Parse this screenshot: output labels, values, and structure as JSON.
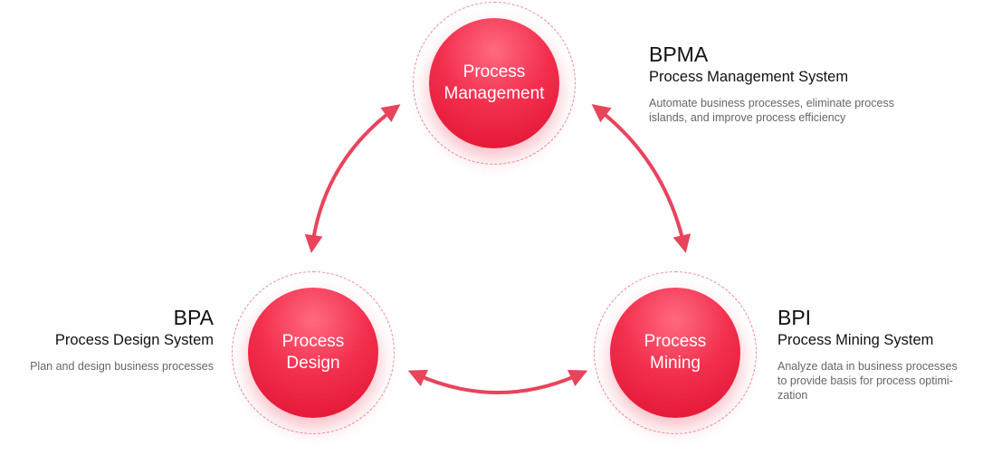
{
  "nodes": {
    "management": {
      "line1": "Process",
      "line2": "Management"
    },
    "design": {
      "line1": "Process",
      "line2": "Design"
    },
    "mining": {
      "line1": "Process",
      "line2": "Mining"
    }
  },
  "info": {
    "bpma": {
      "abbr": "BPMA",
      "name": "Process Management System",
      "desc_lines": [
        "Automate business processes, eliminate process",
        "islands, and improve process efficiency"
      ]
    },
    "bpa": {
      "abbr": "BPA",
      "name": "Process Design System",
      "desc_lines": [
        "Plan and design business processes"
      ]
    },
    "bpi": {
      "abbr": "BPI",
      "name": "Process Mining System",
      "desc_lines": [
        "Analyze data in business processes",
        "to provide basis for process optimi-",
        "zation"
      ]
    }
  },
  "colors": {
    "accent": "#e8304d",
    "arrow": "#e8445c",
    "ring": "#f08a9c"
  }
}
